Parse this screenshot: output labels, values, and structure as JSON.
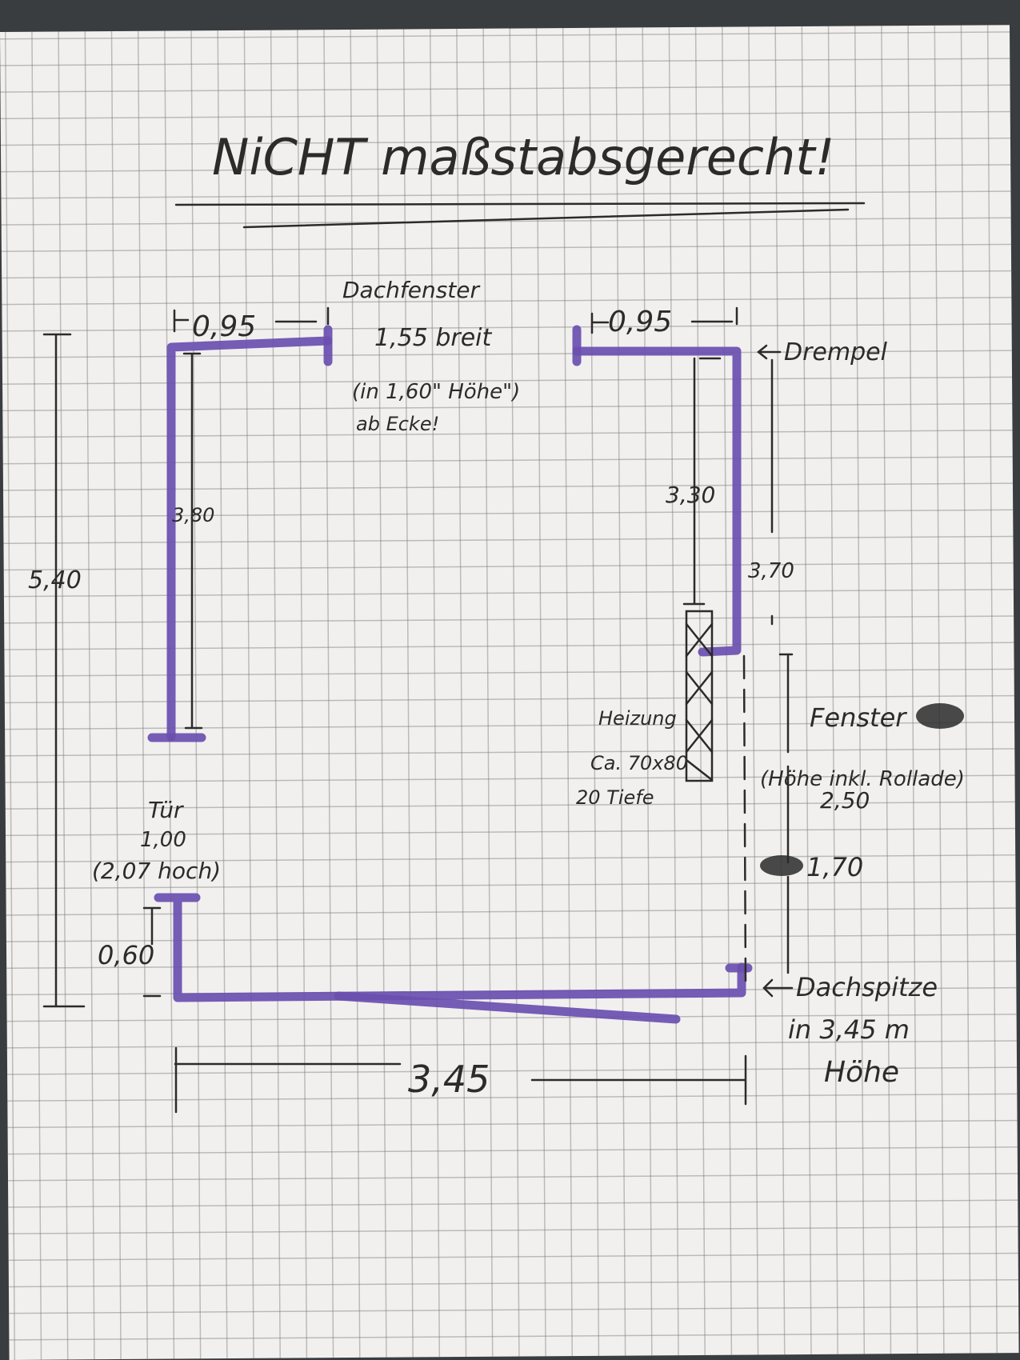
{
  "title": "NiCHT maßstabsgerecht!",
  "labels": {
    "left_window_width": "0,95",
    "right_window_width": "0,95",
    "skylight_1": "Dachfenster",
    "skylight_2": "1,55 breit",
    "skylight_3": "(in 1,60\" Höhe\")",
    "skylight_4": "ab Ecke!",
    "drempel": "Drempel",
    "left_wall": "3,80",
    "total_height": "5,40",
    "right_inner": "3,30",
    "right_outer": "3,70",
    "heater_1": "Heizung",
    "heater_2": "Ca. 70x80",
    "heater_3": "20 Tiefe",
    "window_1": "Fenster",
    "window_2": "(Höhe inkl. Rollade)",
    "window_3": "2,50",
    "window_4": "1,70",
    "door_1": "Tür",
    "door_2": "1,00",
    "door_3": "(2,07 hoch)",
    "door_gap": "0,60",
    "roof_1": "Dachspitze",
    "roof_2": "in 3,45 m",
    "roof_3": "Höhe",
    "bottom_width": "3,45"
  },
  "colors": {
    "wall": "#6a4fb0",
    "ink": "#2c2a2a",
    "paper": "#f1f0ee"
  }
}
